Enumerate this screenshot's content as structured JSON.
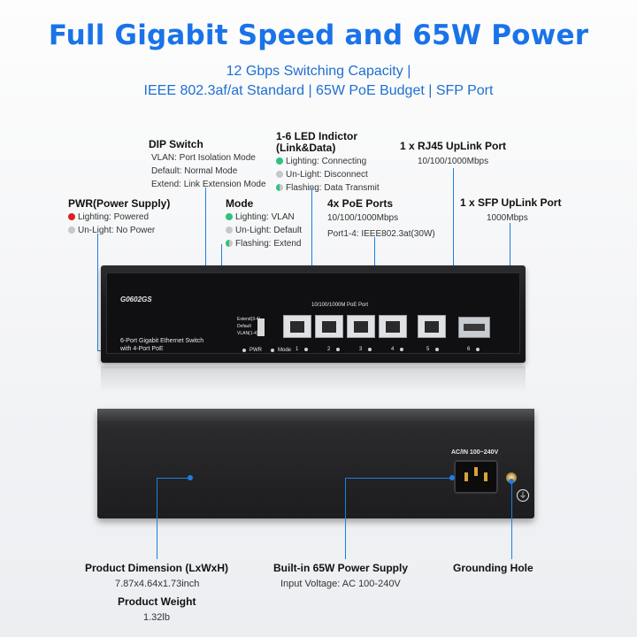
{
  "title": "Full Gigabit Speed and 65W Power",
  "subtitle_line1": "12 Gbps Switching Capacity |",
  "subtitle_line2": "IEEE 802.3af/at Standard | 65W PoE Budget | SFP Port",
  "dip": {
    "header": "DIP Switch",
    "lines": [
      "VLAN: Port Isolation Mode",
      "Default: Normal Mode",
      "Extend: Link Extension Mode"
    ]
  },
  "pwr": {
    "header": "PWR(Power Supply)",
    "lighting": "Lighting: Powered",
    "unlight": "Un-Light: No Power",
    "colors": {
      "red": "#e02020",
      "gray": "#c8c8c8"
    }
  },
  "mode": {
    "header": "Mode",
    "lighting": "Lighting: VLAN",
    "unlight": "Un-Light: Default",
    "flashing": "Flashing: Extend"
  },
  "led": {
    "header1": "1-6 LED Indictor",
    "header2": "(Link&Data)",
    "lighting": "Lighting: Connecting",
    "unlight": "Un-Light: Disconnect",
    "flashing": "Flashing: Data Transmit",
    "green": "#2ec27e"
  },
  "poe": {
    "header": "4x PoE Ports",
    "line1": "10/100/1000Mbps",
    "line2": "Port1-4: IEEE802.3at(30W)"
  },
  "rj45": {
    "header": "1 x RJ45 UpLink Port",
    "line1": "10/100/1000Mbps"
  },
  "sfp": {
    "header": "1 x SFP UpLink Port",
    "line1": "1000Mbps"
  },
  "device_front": {
    "model": "G0602GS",
    "port_label": "10/100/1000M PoE Port",
    "desc1": "6-Port Gigabit Ethernet Switch",
    "desc2": "with 4-Port PoE",
    "pwr_label": "PWR",
    "mode_label": "Mode",
    "dip_labels": [
      "Extend(3-4)",
      "Default",
      "VLAN(1-4)"
    ],
    "port_numbers": [
      "1",
      "2",
      "3",
      "4",
      "5",
      "6"
    ]
  },
  "device_back": {
    "ac_label": "AC/IN 100~240V",
    "ground_symbol": "⏚"
  },
  "dimension": {
    "header": "Product Dimension (LxWxH)",
    "value": "7.87x4.64x1.73inch"
  },
  "weight": {
    "header": "Product Weight",
    "value": "1.32lb"
  },
  "psu": {
    "header": "Built-in 65W Power Supply",
    "value": "Input Voltage: AC 100-240V"
  },
  "grounding": {
    "header": "Grounding Hole"
  },
  "accent": "#1a73e8"
}
